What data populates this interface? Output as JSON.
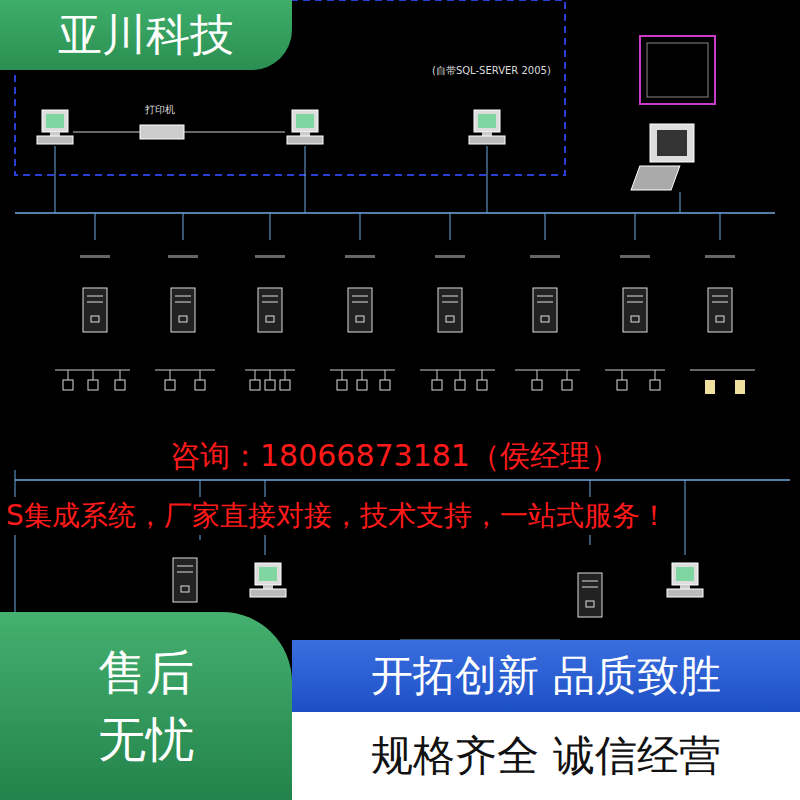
{
  "diagram": {
    "nodes": [
      {
        "text": [
          "亚川科技"
        ]
      },
      {
        "text": [
          "售后",
          "无忧"
        ]
      },
      {
        "text": [
          "开拓创新 品质致胜"
        ]
      },
      {
        "text": [
          "规格齐全 诚信经营"
        ]
      }
    ],
    "labels": [
      "打印机",
      "(自带SQL-SERVER 2005)",
      "咨询：18066873181（侯经理）",
      "S集成系统，厂家直接对接，技术支持，一站式服务！"
    ]
  }
}
